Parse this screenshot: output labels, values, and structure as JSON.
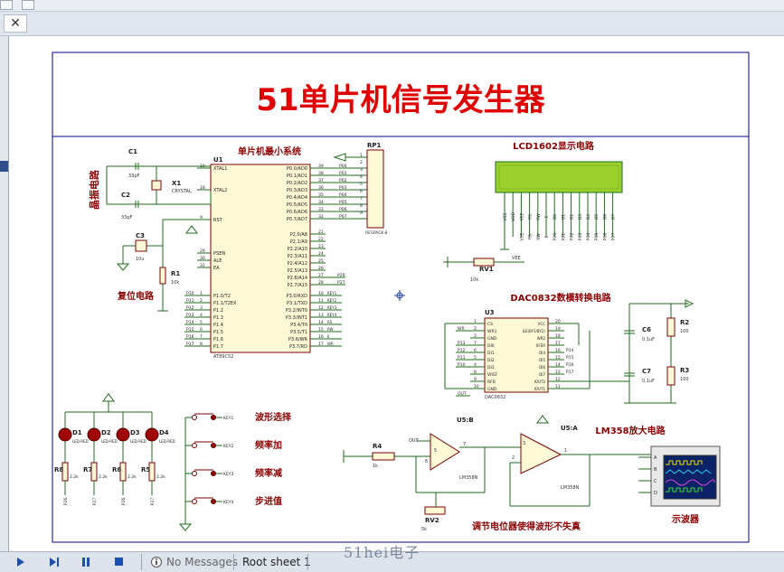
{
  "window": {
    "tab_close_glyph": "✕"
  },
  "statusbar": {
    "messages": "No Messages",
    "sheet": "Root sheet 1"
  },
  "watermark": "51hei电子",
  "schematic": {
    "title": "51单片机信号发生器",
    "sections": {
      "mcu": "单片机最小系统",
      "lcd": "LCD1602显示电路",
      "dac": "DAC0832数模转换电路",
      "amp": "LM358放大电路",
      "osc": "晶振电路",
      "reset": "复位电路",
      "adjust": "调节电位器使得波形不失真",
      "scope": "示波器"
    },
    "keys": [
      {
        "ref": "KEY1",
        "label": "波形选择"
      },
      {
        "ref": "KEY2",
        "label": "频率加"
      },
      {
        "ref": "KEY3",
        "label": "频率减"
      },
      {
        "ref": "KEY4",
        "label": "步进值"
      }
    ],
    "mcu": {
      "ref": "U1",
      "part": "AT89C52",
      "left_pins": [
        {
          "num": "19",
          "name": "XTAL1"
        },
        {
          "num": "18",
          "name": "XTAL2"
        },
        {
          "num": "9",
          "name": "RST"
        },
        {
          "num": "29",
          "name": "PSEN"
        },
        {
          "num": "30",
          "name": "ALE"
        },
        {
          "num": "31",
          "name": "EA"
        },
        {
          "num": "1",
          "name": "P1.0/T2"
        },
        {
          "num": "2",
          "name": "P1.1/T2EX"
        },
        {
          "num": "3",
          "name": "P1.2"
        },
        {
          "num": "4",
          "name": "P1.3"
        },
        {
          "num": "5",
          "name": "P1.4"
        },
        {
          "num": "6",
          "name": "P1.5"
        },
        {
          "num": "7",
          "name": "P1.6"
        },
        {
          "num": "8",
          "name": "P1.7"
        }
      ],
      "left_nets": [
        "P10",
        "P11",
        "P12",
        "P13",
        "P14",
        "P15",
        "P16",
        "P17"
      ],
      "right_pins": [
        {
          "num": "39",
          "name": "P0.0/AD0"
        },
        {
          "num": "38",
          "name": "P0.1/AD1"
        },
        {
          "num": "37",
          "name": "P0.2/AD2"
        },
        {
          "num": "36",
          "name": "P0.3/AD3"
        },
        {
          "num": "35",
          "name": "P0.4/AD4"
        },
        {
          "num": "34",
          "name": "P0.5/AD5"
        },
        {
          "num": "33",
          "name": "P0.6/AD6"
        },
        {
          "num": "32",
          "name": "P0.7/AD7"
        },
        {
          "num": "21",
          "name": "P2.0/A8"
        },
        {
          "num": "22",
          "name": "P2.1/A9"
        },
        {
          "num": "23",
          "name": "P2.2/A10"
        },
        {
          "num": "24",
          "name": "P2.3/A11"
        },
        {
          "num": "25",
          "name": "P2.4/A12"
        },
        {
          "num": "26",
          "name": "P2.5/A13"
        },
        {
          "num": "27",
          "name": "P2.6/A14"
        },
        {
          "num": "28",
          "name": "P2.7/A15"
        },
        {
          "num": "10",
          "name": "P3.0/RXD"
        },
        {
          "num": "11",
          "name": "P3.1/TXD"
        },
        {
          "num": "12",
          "name": "P3.2/INT0"
        },
        {
          "num": "13",
          "name": "P3.3/INT1"
        },
        {
          "num": "14",
          "name": "P3.4/T0"
        },
        {
          "num": "15",
          "name": "P3.5/T1"
        },
        {
          "num": "16",
          "name": "P3.6/WR"
        },
        {
          "num": "17",
          "name": "P3.7/RD"
        }
      ],
      "p0_nets": [
        "P00",
        "P01",
        "P02",
        "P03",
        "P04",
        "P05",
        "P06",
        "P07"
      ],
      "p2_nets": [
        "P26",
        "P27"
      ],
      "p3_nets": [
        "KEY1",
        "KEY2",
        "KEY3",
        "KEY4",
        "RS",
        "RW",
        "E",
        "WR"
      ]
    },
    "respack": {
      "ref": "RP1",
      "part": "RESPACK-8",
      "pins": [
        "1",
        "2",
        "3",
        "4",
        "5",
        "6",
        "7",
        "8",
        "9"
      ],
      "nets": [
        "P00",
        "P01",
        "P02",
        "P03",
        "P04",
        "P05",
        "P06",
        "P07"
      ]
    },
    "crystal": {
      "c1": "C1",
      "c1_val": "33pF",
      "c2": "C2",
      "c2_val": "33pF",
      "x1": "X1",
      "x1_type": "CRYSTAL"
    },
    "reset_parts": {
      "c3": "C3",
      "c3_val": "10u",
      "r1": "R1",
      "r1_val": "10k"
    },
    "lcd": {
      "pins": [
        "VSS",
        "VDD",
        "VEE",
        "RS",
        "RW",
        "E",
        "D0",
        "D1",
        "D2",
        "D3",
        "D4",
        "D5",
        "D6",
        "D7"
      ],
      "nets": [
        "VEE",
        "RS",
        "RW",
        "E",
        "P00",
        "P01",
        "P02",
        "P03",
        "P04",
        "P05",
        "P06",
        "P07"
      ],
      "rv": "RV1",
      "rv_val": "10k",
      "vee": "VEE"
    },
    "dac": {
      "ref": "U3",
      "part": "DAC0832",
      "left_pins": [
        {
          "num": "1",
          "name": "CS"
        },
        {
          "num": "2",
          "name": "WR1"
        },
        {
          "num": "3",
          "name": "GND"
        },
        {
          "num": "7",
          "name": "DI0"
        },
        {
          "num": "6",
          "name": "DI1"
        },
        {
          "num": "5",
          "name": "DI2"
        },
        {
          "num": "4",
          "name": "DI3"
        },
        {
          "num": "8",
          "name": "VREF"
        },
        {
          "num": "9",
          "name": "RFB"
        },
        {
          "num": "10",
          "name": "GND"
        }
      ],
      "left_nets": [
        "WR",
        "P13",
        "P12",
        "P11",
        "P10",
        "OUT"
      ],
      "right_pins": [
        {
          "num": "20",
          "name": "VCC"
        },
        {
          "num": "19",
          "name": "ILE(BY1/BY2)"
        },
        {
          "num": "18",
          "name": "WR2"
        },
        {
          "num": "17",
          "name": "XFER"
        },
        {
          "num": "16",
          "name": "DI4"
        },
        {
          "num": "15",
          "name": "DI5"
        },
        {
          "num": "14",
          "name": "DI6"
        },
        {
          "num": "13",
          "name": "DI7"
        },
        {
          "num": "12",
          "name": "IOUT2"
        },
        {
          "num": "11",
          "name": "IOUT1"
        }
      ],
      "right_nets": [
        "P14",
        "P15",
        "P16",
        "P17"
      ]
    },
    "filter": {
      "c6": "C6",
      "c6_val": "0.1uF",
      "c7": "C7",
      "c7_val": "0.1uF",
      "r2": "R2",
      "r2_val": "100",
      "r3": "R3",
      "r3_val": "100"
    },
    "leds": [
      {
        "ref": "D1",
        "type": "LED-RED"
      },
      {
        "ref": "D2",
        "type": "LED-RED"
      },
      {
        "ref": "D3",
        "type": "LED-RED"
      },
      {
        "ref": "D4",
        "type": "LED-RED"
      }
    ],
    "led_resistors": [
      {
        "ref": "R8",
        "val": "2.2k",
        "net": "P26"
      },
      {
        "ref": "R7",
        "val": "2.2k",
        "net": "P27"
      },
      {
        "ref": "R6",
        "val": "2.2k",
        "net": "P26"
      },
      {
        "ref": "R5",
        "val": "2.2k",
        "net": "P27"
      }
    ],
    "amp": {
      "u5b": "U5:B",
      "u5a": "U5:A",
      "part": "LM358N",
      "r4": "R4",
      "r4_val": "1k",
      "rv2": "RV2",
      "rv2_val": "5k",
      "out_net": "OUT",
      "pins_b": [
        "5",
        "6",
        "7"
      ],
      "pins_a": [
        "3",
        "2",
        "1"
      ]
    },
    "scope_channels": [
      "A",
      "B",
      "C",
      "D"
    ]
  },
  "colors": {
    "wire": "#1f6b1f",
    "part_fill": "#fff9d6",
    "part_stroke": "#7a0000",
    "label": "#8b0000",
    "frame": "#00008b",
    "title": "#e00000",
    "lcd_screen": "#9bd12d",
    "led": "#a00000"
  }
}
